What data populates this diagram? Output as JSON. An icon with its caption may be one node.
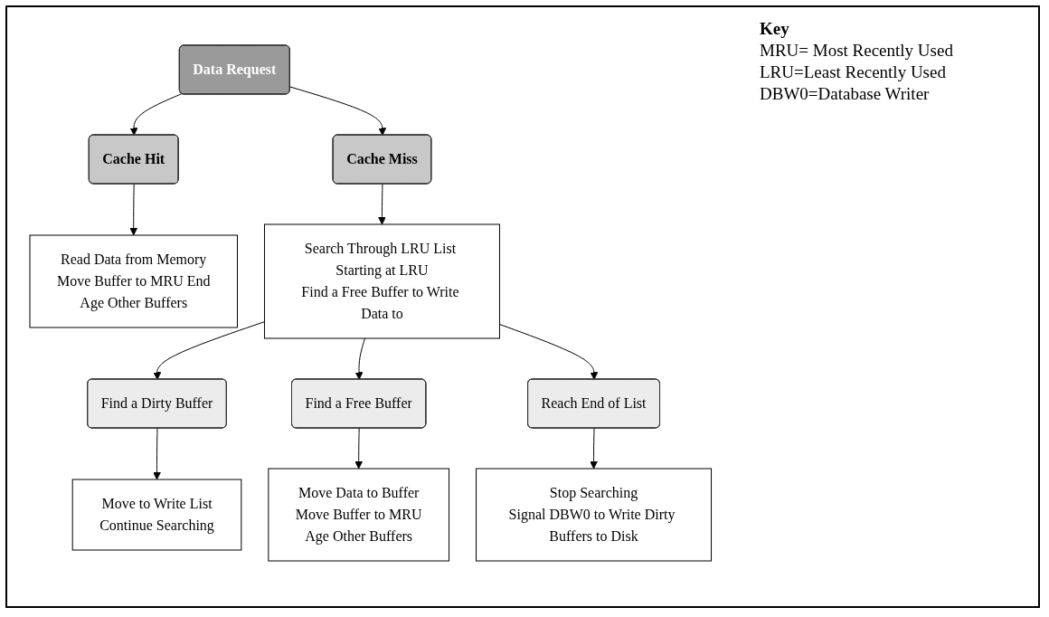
{
  "diagram": {
    "nodes": [
      {
        "text": [
          "Data Request"
        ]
      },
      {
        "text": [
          "Cache Hit"
        ]
      },
      {
        "text": [
          "Cache Miss"
        ]
      },
      {
        "text": [
          "Read Data from Memory",
          "Move Buffer to MRU End",
          "Age Other Buffers"
        ]
      },
      {
        "text": [
          "Search Through LRU List Starting at LRU",
          "Find a Free Buffer to Write Data to"
        ]
      },
      {
        "text": [
          "Find a Dirty Buffer"
        ]
      },
      {
        "text": [
          "Find a Free Buffer"
        ]
      },
      {
        "text": [
          "Reach End of List"
        ]
      },
      {
        "text": [
          "Move to Write List",
          "Continue Searching"
        ]
      },
      {
        "text": [
          "Move Data to Buffer",
          "Move Buffer to MRU",
          "Age Other Buffers"
        ]
      },
      {
        "text": [
          "Stop Searching",
          "Signal DBW0 to Write Dirty Buffers to Disk"
        ]
      }
    ],
    "edges": [
      {
        "from": 0,
        "to": 1,
        "arrow": "to"
      },
      {
        "from": 0,
        "to": 2,
        "arrow": "to"
      },
      {
        "from": 1,
        "to": 3,
        "arrow": "to"
      },
      {
        "from": 2,
        "to": 4,
        "arrow": "to"
      },
      {
        "from": 4,
        "to": 5,
        "arrow": "to"
      },
      {
        "from": 4,
        "to": 6,
        "arrow": "to"
      },
      {
        "from": 4,
        "to": 7,
        "arrow": "to"
      },
      {
        "from": 5,
        "to": 8,
        "arrow": "to"
      },
      {
        "from": 6,
        "to": 9,
        "arrow": "to"
      },
      {
        "from": 7,
        "to": 10,
        "arrow": "to"
      }
    ],
    "labels": [
      "Key",
      "MRU= Most Recently Used",
      "LRU=Least Recently Used",
      "DBW0=Database Writer"
    ]
  }
}
